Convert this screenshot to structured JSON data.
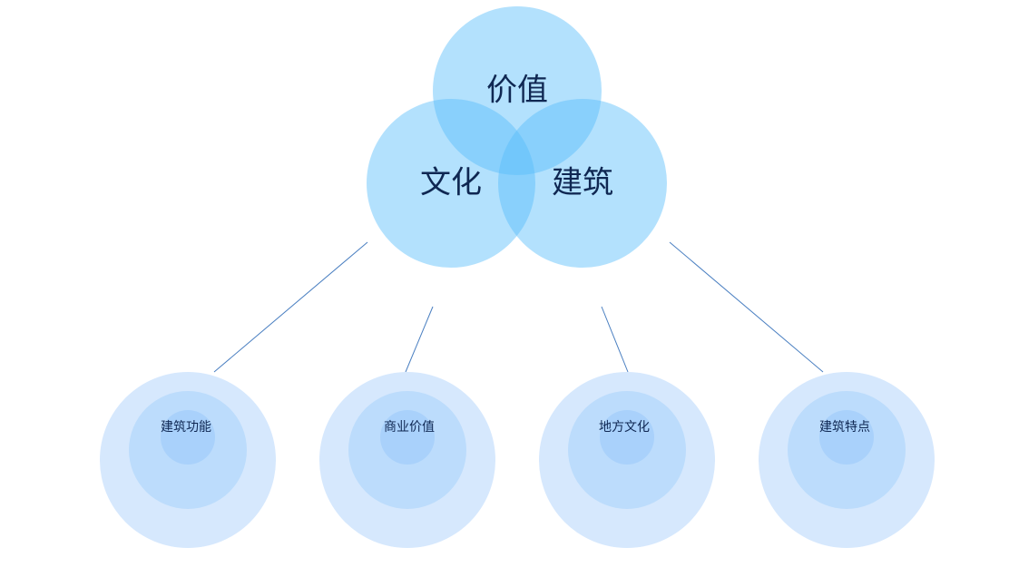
{
  "venn": {
    "top": "价值",
    "left": "文化",
    "right": "建筑"
  },
  "nodes": [
    {
      "label": "建筑功能"
    },
    {
      "label": "商业价值"
    },
    {
      "label": "地方文化"
    },
    {
      "label": "建筑特点"
    }
  ],
  "colors": {
    "venn_fill": "#57bdfa",
    "node_outer": "#d6e8fd",
    "node_middle": "#bcdcfc",
    "node_inner": "#a9d1fb",
    "line": "#4a7fc1",
    "text": "#0f2752"
  }
}
